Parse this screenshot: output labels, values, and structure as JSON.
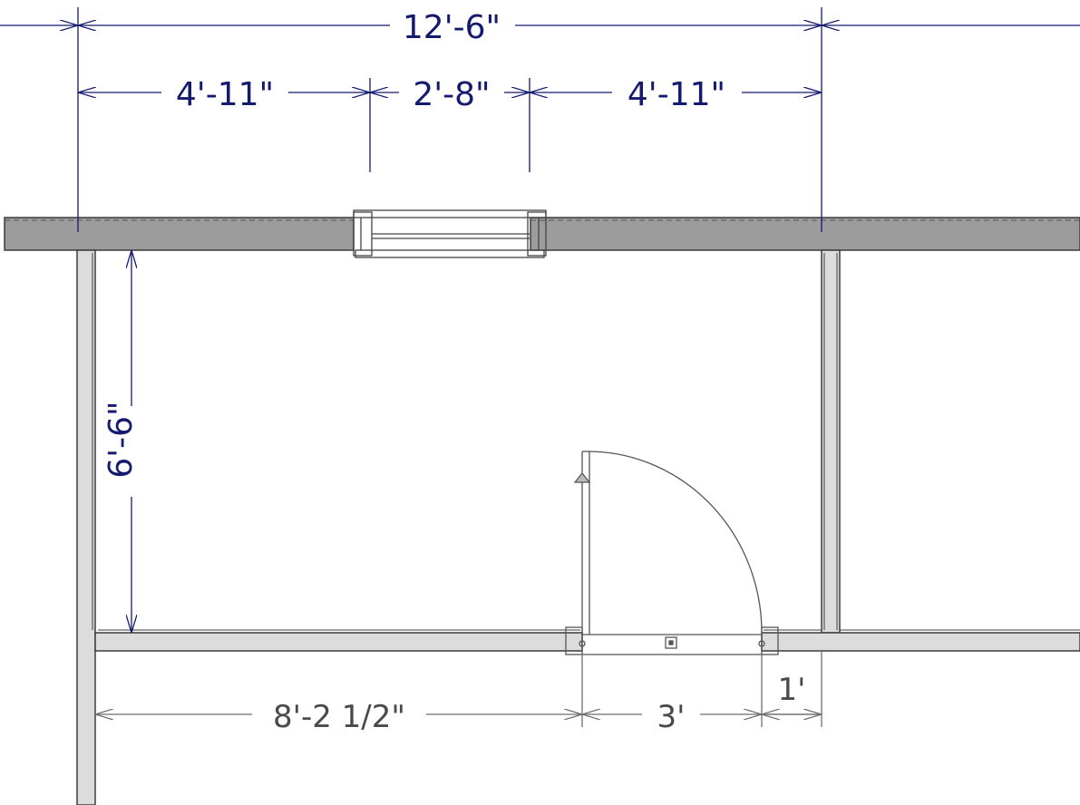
{
  "diagram": {
    "type": "floor-plan",
    "colors": {
      "dimension_blue": "#141a6e",
      "dimension_gray": "#6e6e6e",
      "wall_exterior_fill": "#9c9c9c",
      "wall_interior_fill": "#dcdcdc",
      "wall_outline": "#3c3c3c"
    },
    "dimensions": {
      "overall_width": "12'-6\"",
      "window_left_segment": "4'-11\"",
      "window_width": "2'-8\"",
      "window_right_segment": "4'-11\"",
      "room_depth": "6'-6\"",
      "door_left_offset": "8'-2 1/2\"",
      "door_width": "3'",
      "door_right_offset": "1'"
    },
    "elements": [
      "exterior-wall",
      "window",
      "interior-walls",
      "door-swing"
    ]
  }
}
